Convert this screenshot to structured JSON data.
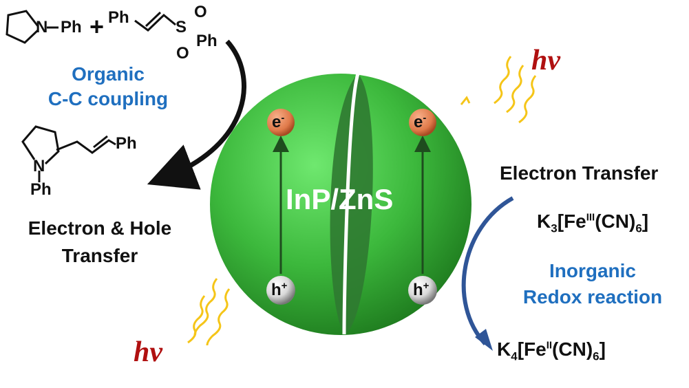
{
  "reaction": {
    "reactant1_ring_atom": "N",
    "reactant1_substituent": "Ph",
    "plus": "+",
    "reactant2_ph1": "Ph",
    "reactant2_s": "S",
    "reactant2_o1": "O",
    "reactant2_o2": "O",
    "reactant2_ph2": "Ph",
    "product_ring_atom": "N",
    "product_n_substituent": "Ph",
    "product_vinyl_ph": "Ph"
  },
  "labels": {
    "organic_line1": "Organic",
    "organic_line2": "C-C coupling",
    "eh_line1": "Electron & Hole",
    "eh_line2": "Transfer",
    "hv_top": "hv",
    "hv_bottom": "hv",
    "nanocrystal": "InP/ZnS",
    "electron_transfer": "Electron Transfer",
    "inorganic_line1": "Inorganic",
    "inorganic_line2": "Redox reaction"
  },
  "carriers": {
    "electron_base": "e",
    "electron_sup": "-",
    "hole_base": "h",
    "hole_sup": "+"
  },
  "complexes": {
    "ferricyanide": {
      "k": "K",
      "k_sub": "3",
      "fe_open": "[Fe",
      "fe_ox": "III",
      "cn": "(CN)",
      "cn_sub": "6",
      "close": "]"
    },
    "ferrocyanide": {
      "k": "K",
      "k_sub": "4",
      "fe_open": "[Fe",
      "fe_ox": "II",
      "cn": "(CN)",
      "cn_sub": "6",
      "close": "]"
    }
  },
  "colors": {
    "sphere": "#3cb83c",
    "sphere_dark": "#2e7d32",
    "electron": "#e07a4a",
    "hole": "#e8e8e8",
    "label_blue": "#1f6fbf",
    "hv_red": "#b01010",
    "wave_yellow": "#f5c518",
    "redox_arrow": "#2f5597"
  }
}
